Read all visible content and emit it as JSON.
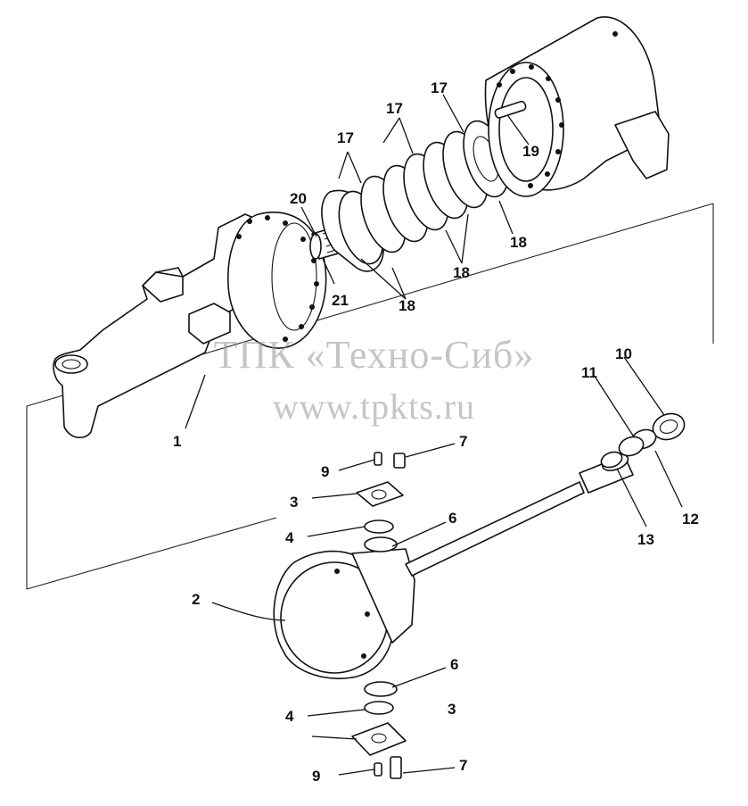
{
  "watermark": {
    "line1": "ТПК «Техно-Сиб»",
    "line2": "www.tpkts.ru"
  },
  "callouts": [
    "1",
    "2",
    "3",
    "3",
    "4",
    "4",
    "6",
    "6",
    "7",
    "7",
    "9",
    "9",
    "10",
    "11",
    "12",
    "13",
    "17",
    "17",
    "17",
    "18",
    "18",
    "18",
    "19",
    "20",
    "21"
  ]
}
